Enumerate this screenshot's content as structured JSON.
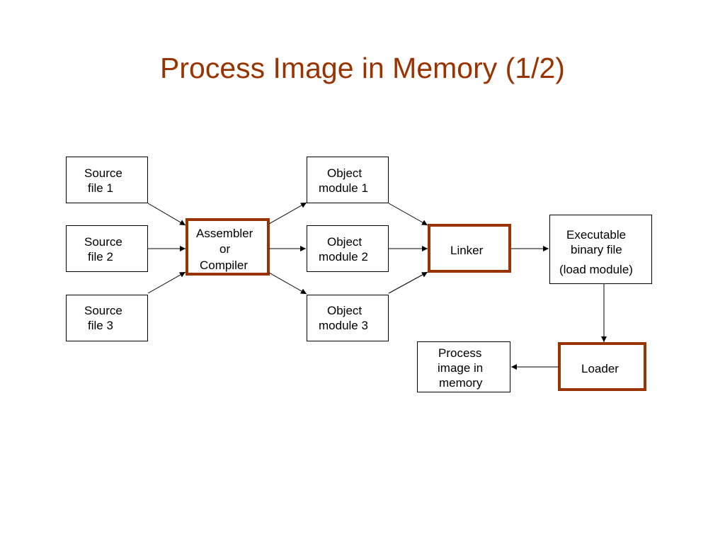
{
  "slide": {
    "title": "Process Image in Memory (1/2)",
    "accent_color": "#993300"
  },
  "nodes": {
    "source1": [
      "Source",
      "file 1"
    ],
    "source2": [
      "Source",
      "file 2"
    ],
    "source3": [
      "Source",
      "file 3"
    ],
    "assembler": [
      "Assembler",
      "or",
      "Compiler"
    ],
    "object1": [
      "Object",
      "module 1"
    ],
    "object2": [
      "Object",
      "module 2"
    ],
    "object3": [
      "Object",
      "module 3"
    ],
    "linker": [
      "Linker"
    ],
    "executable": [
      "Executable",
      "binary file",
      "(load module)"
    ],
    "loader": [
      "Loader"
    ],
    "process_image": [
      "Process",
      "image in",
      "memory"
    ]
  }
}
